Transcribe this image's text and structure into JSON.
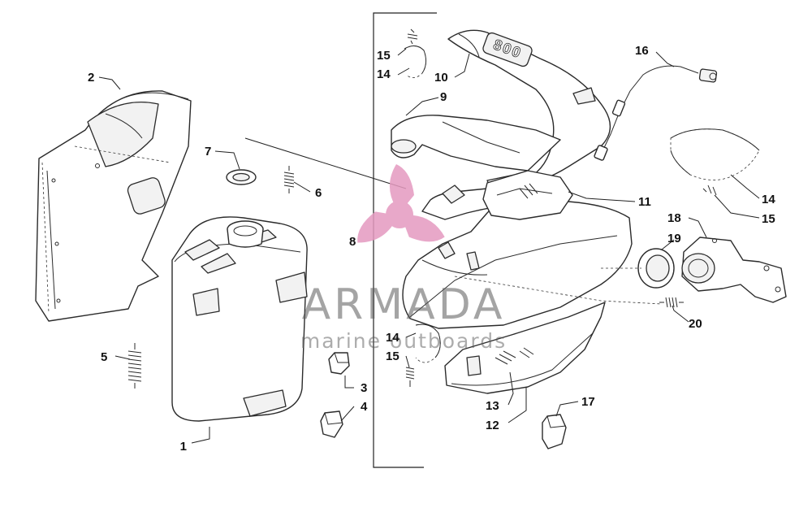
{
  "callouts": [
    {
      "id": "1",
      "label": "1"
    },
    {
      "id": "2",
      "label": "2"
    },
    {
      "id": "3",
      "label": "3"
    },
    {
      "id": "4",
      "label": "4"
    },
    {
      "id": "5",
      "label": "5"
    },
    {
      "id": "6",
      "label": "6"
    },
    {
      "id": "7",
      "label": "7"
    },
    {
      "id": "8",
      "label": "8"
    },
    {
      "id": "9",
      "label": "9"
    },
    {
      "id": "10",
      "label": "10"
    },
    {
      "id": "11",
      "label": "11"
    },
    {
      "id": "12",
      "label": "12"
    },
    {
      "id": "13",
      "label": "13"
    },
    {
      "id": "14a",
      "label": "14"
    },
    {
      "id": "15a",
      "label": "15"
    },
    {
      "id": "14b",
      "label": "14"
    },
    {
      "id": "15b",
      "label": "15"
    },
    {
      "id": "14c",
      "label": "14"
    },
    {
      "id": "15c",
      "label": "15"
    },
    {
      "id": "16",
      "label": "16"
    },
    {
      "id": "17",
      "label": "17"
    },
    {
      "id": "18",
      "label": "18"
    },
    {
      "id": "19",
      "label": "19"
    },
    {
      "id": "20",
      "label": "20"
    }
  ],
  "part_marking": "800",
  "watermark": {
    "title": "ARMADA",
    "subtitle": "marine outboards",
    "color": "#e59ac0"
  }
}
